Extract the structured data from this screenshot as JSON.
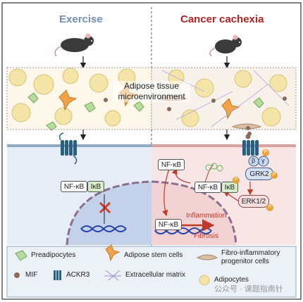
{
  "headers": {
    "left": "Exercise",
    "right": "Cancer cachexia"
  },
  "colors": {
    "exercise": "#6f8fb3",
    "cachexia": "#b22222",
    "left_panel": "#e6edf6",
    "right_panel": "#f8e6e6",
    "nucleus_left": "#c3d2ea",
    "nucleus_right": "#f2d2d2"
  },
  "center_label": "Adipose tissue\nmicroenvironment",
  "left_cell": {
    "complex": [
      "NF-κB",
      "IκB"
    ],
    "block_icon": "x-mark-icon"
  },
  "right_cell": {
    "nfkb_free": "NF-κB",
    "complex": [
      "NF-κB",
      "IκB"
    ],
    "grk": {
      "beta": "β",
      "gamma": "γ",
      "name": "GRK2"
    },
    "erk": "ERK1/2",
    "phospho": "P",
    "nuclear_nfkb": "NF-κB",
    "outputs": [
      "Inflammation",
      "Fibrosis"
    ]
  },
  "legend": [
    {
      "label": "Preadipocytes",
      "icon": "preadipocyte-icon"
    },
    {
      "label": "Adipose stem cells",
      "icon": "stem-cell-icon"
    },
    {
      "label": "Fibro-inflammatory\nprogenitor cells",
      "icon": "fibro-progenitor-icon"
    },
    {
      "label": "MIF",
      "icon": "mif-dot-icon"
    },
    {
      "label": "ACKR3",
      "icon": "receptor-icon"
    },
    {
      "label": "Extracellular matrix",
      "icon": "ecm-icon"
    },
    {
      "label": "Adipocytes",
      "icon": "adipocyte-icon"
    }
  ],
  "watermark": "公众号 · 课题指南针"
}
